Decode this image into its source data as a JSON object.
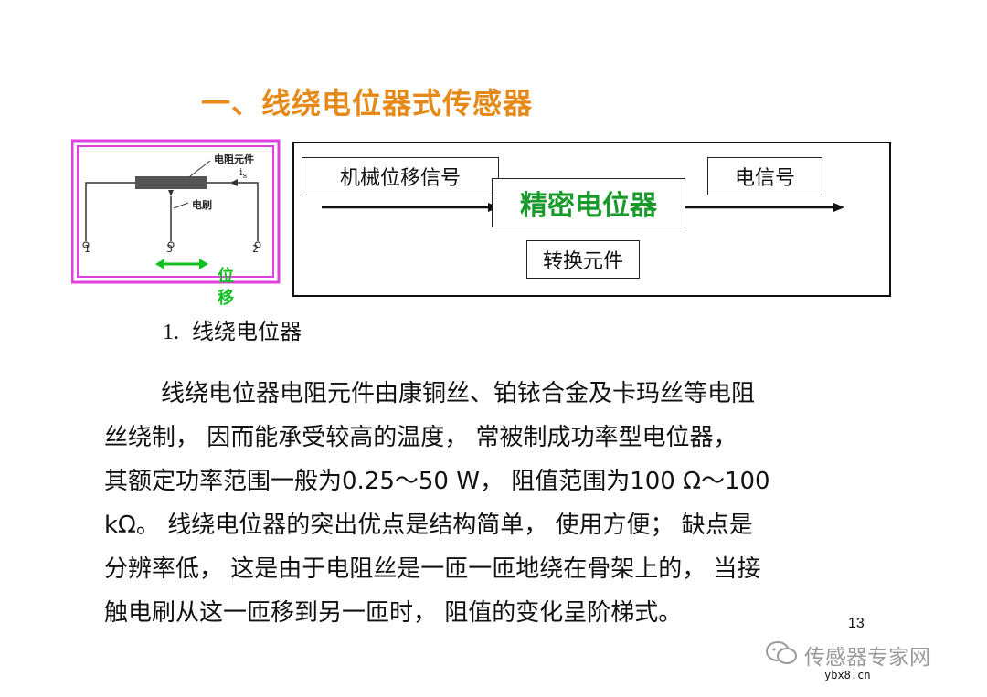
{
  "title": "一、线绕电位器式传感器",
  "figure": {
    "resistor_label": "电阻元件",
    "current_label": "i",
    "current_sub": "s",
    "brush_label": "电刷",
    "terminal_1": "1",
    "terminal_2": "2",
    "terminal_3": "3",
    "displacement_line1": "位",
    "displacement_line2": "移",
    "colors": {
      "border": "#e040e0",
      "arrow": "#12c022",
      "resistor": "#555555"
    }
  },
  "block_diagram": {
    "input_label": "机械位移信号",
    "device_label": "精密电位器",
    "output_label": "电信号",
    "component_label": "转换元件",
    "device_color": "#1a9a2a"
  },
  "section": {
    "number": "1.",
    "heading": "线绕电位器"
  },
  "paragraph_lines": [
    "线绕电位器电阻元件由康铜丝、铂铱合金及卡玛丝等电阻",
    "丝绕制， 因而能承受较高的温度， 常被制成功率型电位器，",
    "其额定功率范围一般为0.25～50 W， 阻值范围为100 Ω～100",
    "kΩ。 线绕电位器的突出优点是结构简单， 使用方便； 缺点是",
    "分辨率低， 这是由于电阻丝是一匝一匝地绕在骨架上的， 当接",
    "触电刷从这一匝移到另一匝时， 阻值的变化呈阶梯式。"
  ],
  "page_number": "13",
  "watermark": {
    "text": "传感器专家网",
    "site": "ybx8.cn",
    "icon": "wechat-icon"
  },
  "title_color": "#e58a18"
}
